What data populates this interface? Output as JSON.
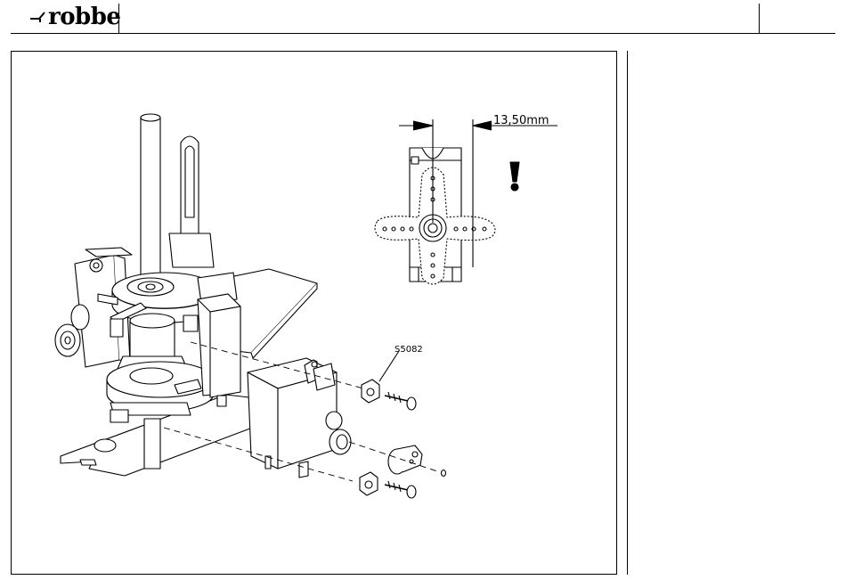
{
  "header": {
    "brand": "robbe"
  },
  "figure": {
    "dimension_label": "13,50mm",
    "part_label": "S5082",
    "warning_symbol": "!"
  }
}
